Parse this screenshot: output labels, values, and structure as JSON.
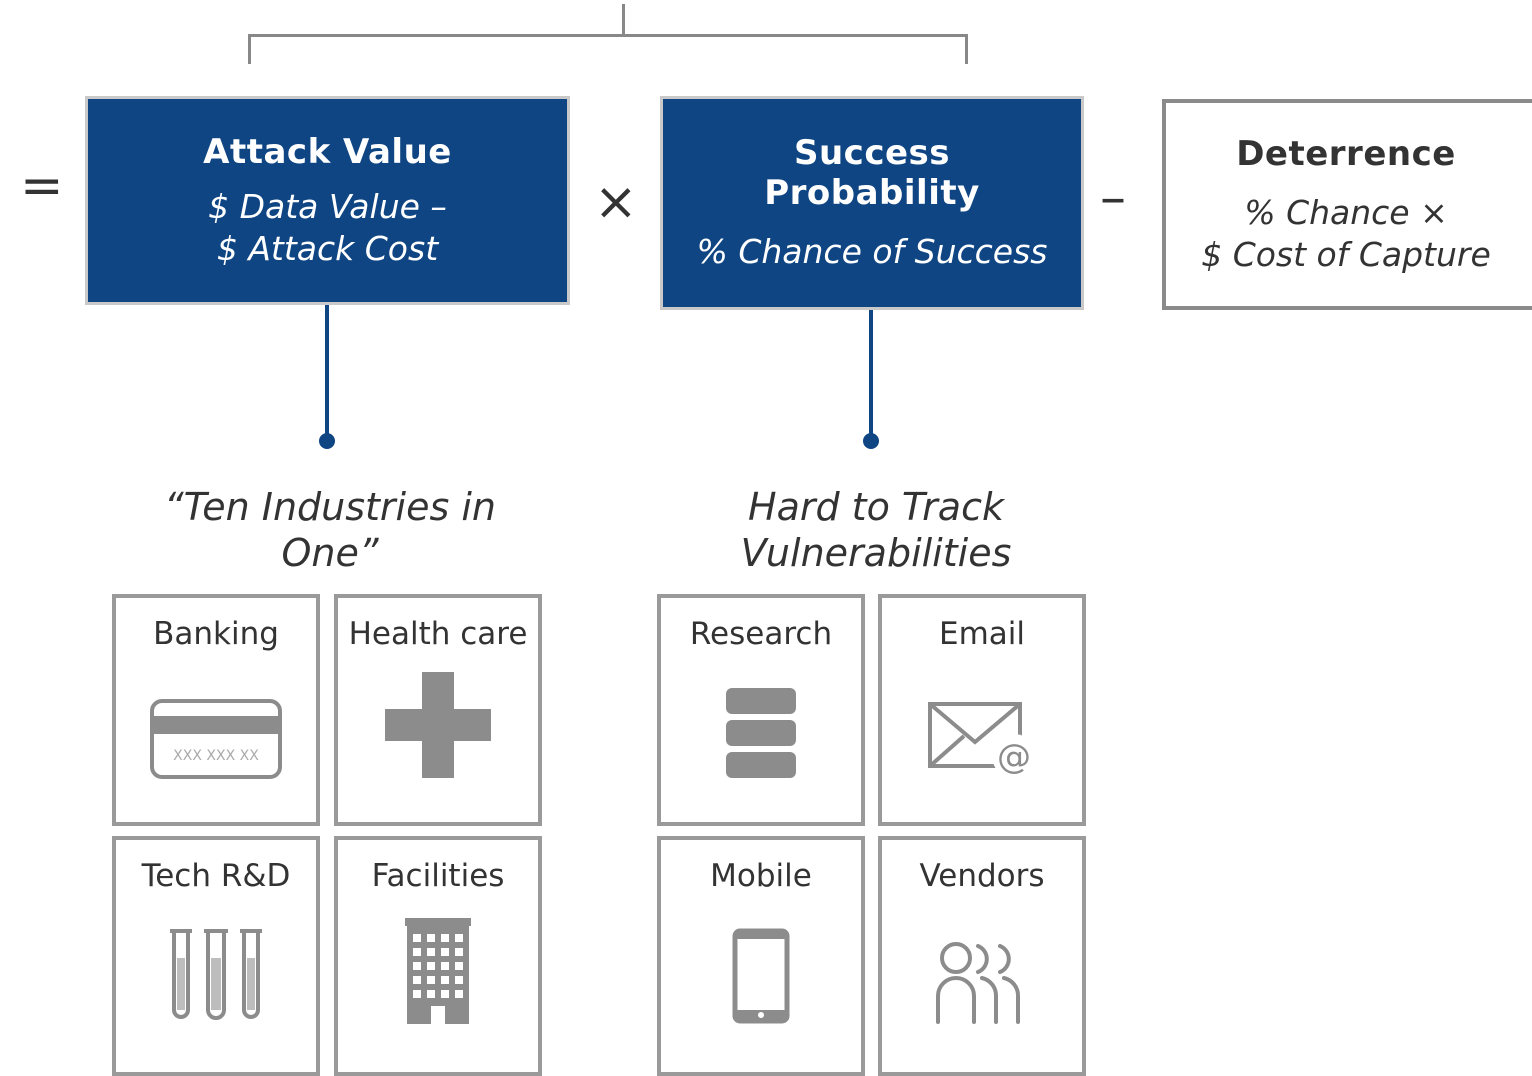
{
  "operators": {
    "equals": "=",
    "times": "×",
    "minus": "–"
  },
  "attack_value": {
    "title": "Attack Value",
    "line1": "$ Data Value –",
    "line2": "$ Attack Cost"
  },
  "success_probability": {
    "title_line1": "Success",
    "title_line2": "Probability",
    "formula": "% Chance of Success"
  },
  "deterrence": {
    "title": "Deterrence",
    "line1": "% Chance  ×",
    "line2": "$ Cost of Capture"
  },
  "left_group": {
    "heading_line1": "“Ten Industries in",
    "heading_line2": "One”",
    "tiles": [
      {
        "label": "Banking",
        "icon": "credit-card-icon",
        "card_text": "XXX XXX XX"
      },
      {
        "label": "Health care",
        "icon": "medical-cross-icon"
      },
      {
        "label": "Tech R&D",
        "icon": "test-tubes-icon"
      },
      {
        "label": "Facilities",
        "icon": "building-icon"
      }
    ]
  },
  "right_group": {
    "heading_line1": "Hard to Track",
    "heading_line2": "Vulnerabilities",
    "tiles": [
      {
        "label": "Research",
        "icon": "database-icon"
      },
      {
        "label": "Email",
        "icon": "email-icon"
      },
      {
        "label": "Mobile",
        "icon": "smartphone-icon"
      },
      {
        "label": "Vendors",
        "icon": "people-icon"
      }
    ]
  },
  "colors": {
    "primary_blue": "#0f4583",
    "icon_gray": "#8c8c8c",
    "border_gray": "#9a9a9a"
  }
}
